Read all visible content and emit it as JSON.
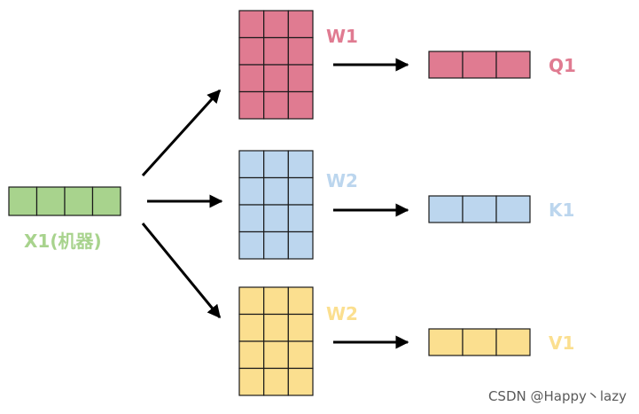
{
  "input": {
    "label": "X1(机器)",
    "color": "#a8d38d",
    "cols": 4,
    "rows": 1
  },
  "weights": [
    {
      "label": "W1",
      "color": "#e07b91",
      "rows": 4,
      "cols": 3
    },
    {
      "label": "W2",
      "color": "#bcd6ee",
      "rows": 4,
      "cols": 3
    },
    {
      "label": "W2",
      "color": "#fbdf8f",
      "rows": 4,
      "cols": 3
    }
  ],
  "outputs": [
    {
      "label": "Q1",
      "color": "#e07b91",
      "cols": 3,
      "rows": 1
    },
    {
      "label": "K1",
      "color": "#bcd6ee",
      "cols": 3,
      "rows": 1
    },
    {
      "label": "V1",
      "color": "#fbdf8f",
      "cols": 3,
      "rows": 1
    }
  ],
  "colors": {
    "border": "#1a1a1a",
    "arrow": "#000000"
  },
  "watermark": "CSDN @Happy丶lazy"
}
